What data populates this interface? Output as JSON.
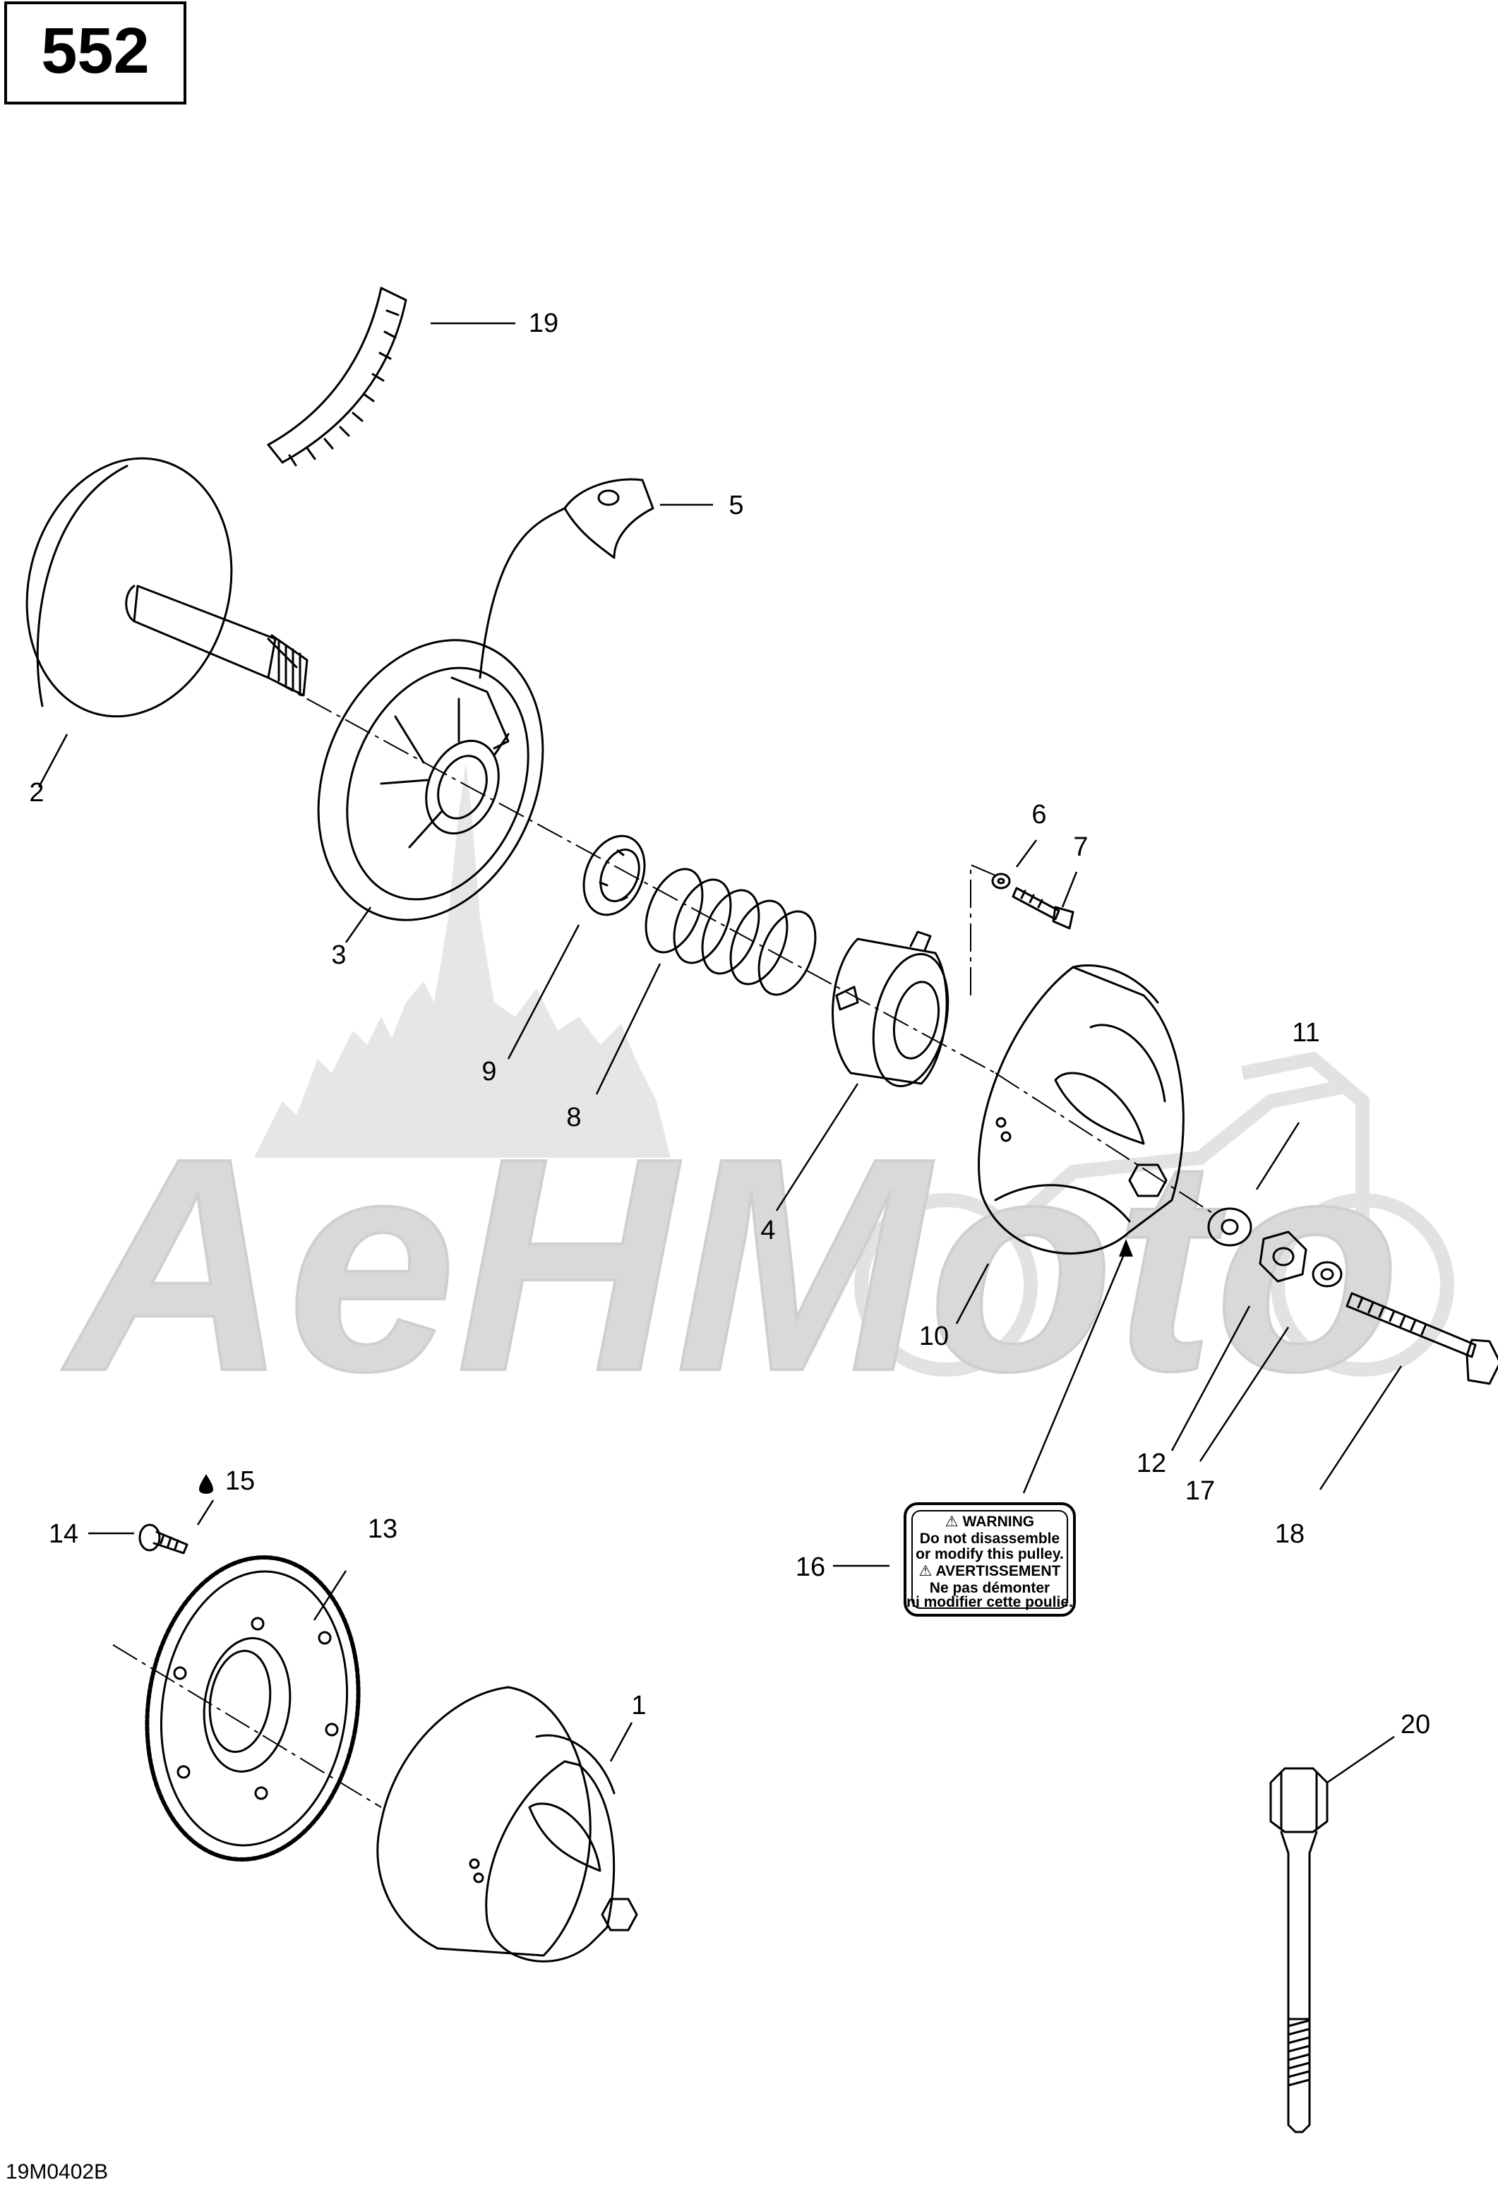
{
  "page_number": "552",
  "drawing_code": "19M0402B",
  "watermark": {
    "text": "AeHMoto",
    "color": "#d9d9d9"
  },
  "callouts": [
    {
      "id": "c1",
      "label": "1"
    },
    {
      "id": "c2",
      "label": "2"
    },
    {
      "id": "c3",
      "label": "3"
    },
    {
      "id": "c4",
      "label": "4"
    },
    {
      "id": "c5",
      "label": "5"
    },
    {
      "id": "c6",
      "label": "6"
    },
    {
      "id": "c7",
      "label": "7"
    },
    {
      "id": "c8",
      "label": "8"
    },
    {
      "id": "c9",
      "label": "9"
    },
    {
      "id": "c10",
      "label": "10"
    },
    {
      "id": "c11",
      "label": "11"
    },
    {
      "id": "c12",
      "label": "12"
    },
    {
      "id": "c13",
      "label": "13"
    },
    {
      "id": "c14",
      "label": "14"
    },
    {
      "id": "c15",
      "label": "15"
    },
    {
      "id": "c16",
      "label": "16"
    },
    {
      "id": "c17",
      "label": "17"
    },
    {
      "id": "c18",
      "label": "18"
    },
    {
      "id": "c19",
      "label": "19"
    },
    {
      "id": "c20",
      "label": "20"
    }
  ],
  "warning_label": {
    "line1": "⚠ WARNING",
    "line2": "Do not disassemble",
    "line3": "or modify this pulley.",
    "line4": "⚠ AVERTISSEMENT",
    "line5": "Ne pas démonter",
    "line6": "ni modifier cette poulie."
  }
}
